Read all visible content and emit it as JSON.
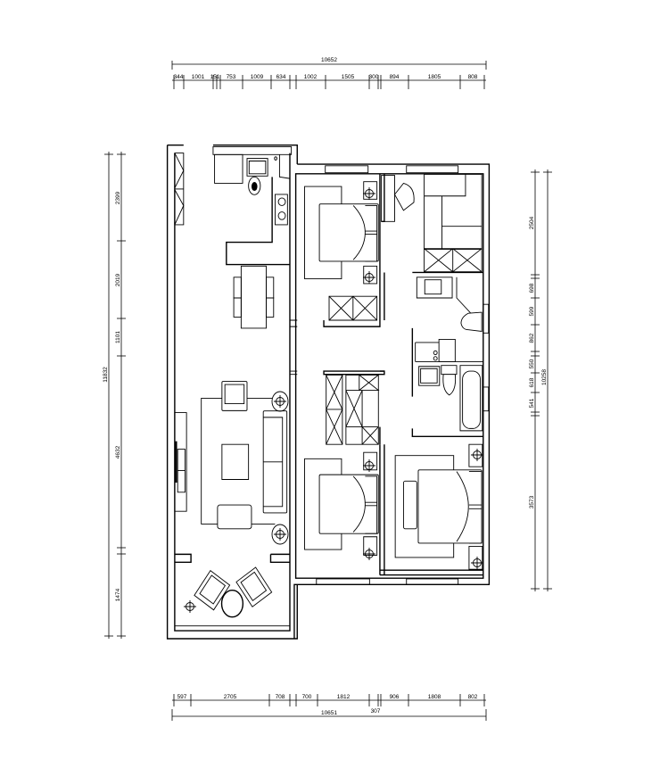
{
  "drawing": {
    "type": "apartment floor plan",
    "line_color": "#000000",
    "background": "#ffffff"
  },
  "dimensions": {
    "top_total": "10652",
    "top_segments": [
      "344",
      "1001",
      "151",
      "753",
      "1009",
      "634",
      "1002",
      "1505",
      "300",
      "894",
      "1805",
      "808"
    ],
    "bottom_total": "10651",
    "bottom_extra": "307",
    "bottom_segments": [
      "597",
      "2705",
      "708",
      "700",
      "1812",
      "906",
      "1808",
      "802"
    ],
    "left_total": "11832",
    "left_segments": [
      "2399",
      "2019",
      "1101",
      "4632",
      "1474"
    ],
    "right_total": "10258",
    "right_segments": [
      "2504",
      "698",
      "599",
      "862",
      "550",
      "618",
      "541",
      "3573"
    ]
  }
}
